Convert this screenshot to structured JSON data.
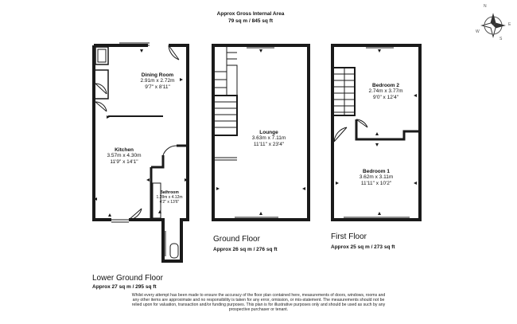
{
  "header": {
    "line1": "Approx Gross Internal Area",
    "line2": "79 sq m / 845 sq ft"
  },
  "floors": {
    "lower_ground": {
      "name": "Lower Ground Floor",
      "area": "Approx 27 sq m / 295 sq ft",
      "rooms": {
        "dining": {
          "name": "Dining Room",
          "metric": "2.91m x 2.72m",
          "imperial": "9'7\" x 8'11\""
        },
        "kitchen": {
          "name": "Kitchen",
          "metric": "3.57m x 4.30m",
          "imperial": "11'9\" x 14'1\""
        },
        "bathroom": {
          "name": "Bathroom",
          "metric": "1.28m x 4.12m",
          "imperial": "4'2\" x 13'6\""
        }
      }
    },
    "ground": {
      "name": "Ground Floor",
      "area": "Approx 26 sq m / 276 sq ft",
      "rooms": {
        "lounge": {
          "name": "Lounge",
          "metric": "3.63m x 7.11m",
          "imperial": "11'11\" x 23'4\""
        }
      }
    },
    "first": {
      "name": "First Floor",
      "area": "Approx 25 sq m / 273 sq ft",
      "rooms": {
        "bedroom2": {
          "name": "Bedroom 2",
          "metric": "2.74m x 3.77m",
          "imperial": "9'0\" x 12'4\""
        },
        "bedroom1": {
          "name": "Bedroom 1",
          "metric": "3.62m x 3.11m",
          "imperial": "11'11\" x 10'2\""
        }
      }
    }
  },
  "disclaimer": {
    "line1": "Whilst every attempt has been made to ensure the accuracy of the floor plan contained here, measurements of doors, windows, rooms and",
    "line2": "any other items are approximate and no responsibility is taken for any error, omission, or mis-statement. The measurements should not be",
    "line3": "relied upon for valuation, transaction and/or funding purposes. This plan is for illustrative purposes only and should be used as such by any",
    "line4": "prospective purchaser or tenant."
  },
  "compass": {
    "north": "N",
    "east": "E",
    "south": "S",
    "west": "W"
  },
  "colors": {
    "wall": "#1a1a1a",
    "line": "#333333"
  }
}
